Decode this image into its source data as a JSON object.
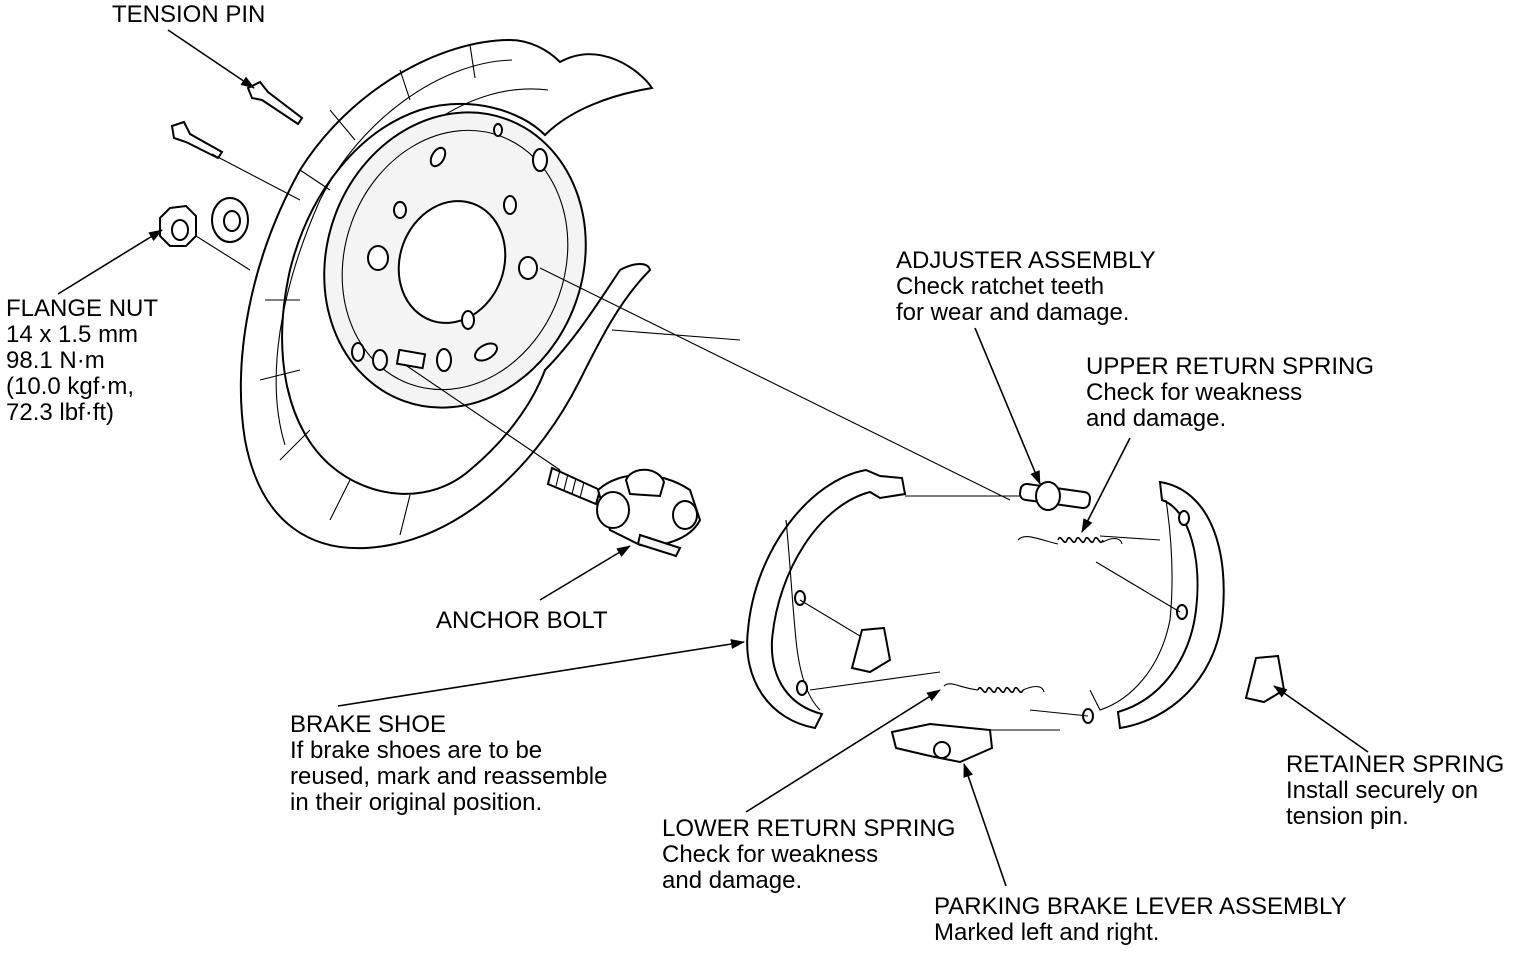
{
  "labels": {
    "tension_pin": {
      "lines": [
        "TENSION PIN"
      ]
    },
    "flange_nut": {
      "lines": [
        "FLANGE NUT",
        "14 x 1.5 mm",
        "98.1 N·m",
        "(10.0 kgf·m,",
        "72.3 lbf·ft)"
      ]
    },
    "anchor_bolt": {
      "lines": [
        "ANCHOR BOLT"
      ]
    },
    "adjuster_assembly": {
      "lines": [
        "ADJUSTER ASSEMBLY",
        "Check ratchet teeth",
        "for wear and damage."
      ]
    },
    "upper_return_spring": {
      "lines": [
        "UPPER RETURN SPRING",
        "Check for weakness",
        "and damage."
      ]
    },
    "brake_shoe": {
      "lines": [
        "BRAKE SHOE",
        "If brake shoes are to be",
        "reused, mark and reassemble",
        "in their original position."
      ]
    },
    "retainer_spring": {
      "lines": [
        "RETAINER SPRING",
        "Install securely on",
        "tension pin."
      ]
    },
    "lower_return_spring": {
      "lines": [
        "LOWER RETURN SPRING",
        "Check for weakness",
        "and damage."
      ]
    },
    "parking_brake_lever_assembly": {
      "lines": [
        "PARKING BRAKE LEVER ASSEMBLY",
        "Marked left and right."
      ]
    }
  }
}
